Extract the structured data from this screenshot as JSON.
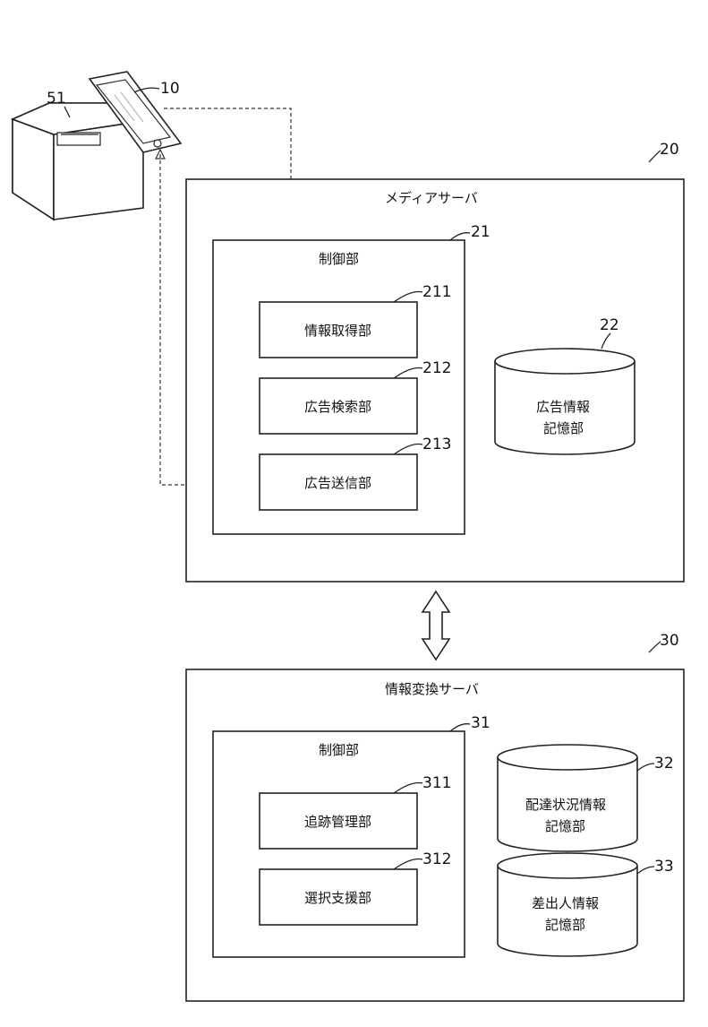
{
  "phone_ref": "10",
  "printer_ref": "51",
  "media_server": {
    "ref": "20",
    "title": "メディアサーバ",
    "control": {
      "ref": "21",
      "title": "制御部",
      "units": [
        {
          "ref": "211",
          "label": "情報取得部"
        },
        {
          "ref": "212",
          "label": "広告検索部"
        },
        {
          "ref": "213",
          "label": "広告送信部"
        }
      ]
    },
    "storage": {
      "ref": "22",
      "label_line1": "広告情報",
      "label_line2": "記憶部"
    }
  },
  "info_server": {
    "ref": "30",
    "title": "情報変換サーバ",
    "control": {
      "ref": "31",
      "title": "制御部",
      "units": [
        {
          "ref": "311",
          "label": "追跡管理部"
        },
        {
          "ref": "312",
          "label": "選択支援部"
        }
      ]
    },
    "storage_top": {
      "ref": "32",
      "label_line1": "配達状況情報",
      "label_line2": "記憶部"
    },
    "storage_bottom": {
      "ref": "33",
      "label_line1": "差出人情報",
      "label_line2": "記憶部"
    }
  }
}
